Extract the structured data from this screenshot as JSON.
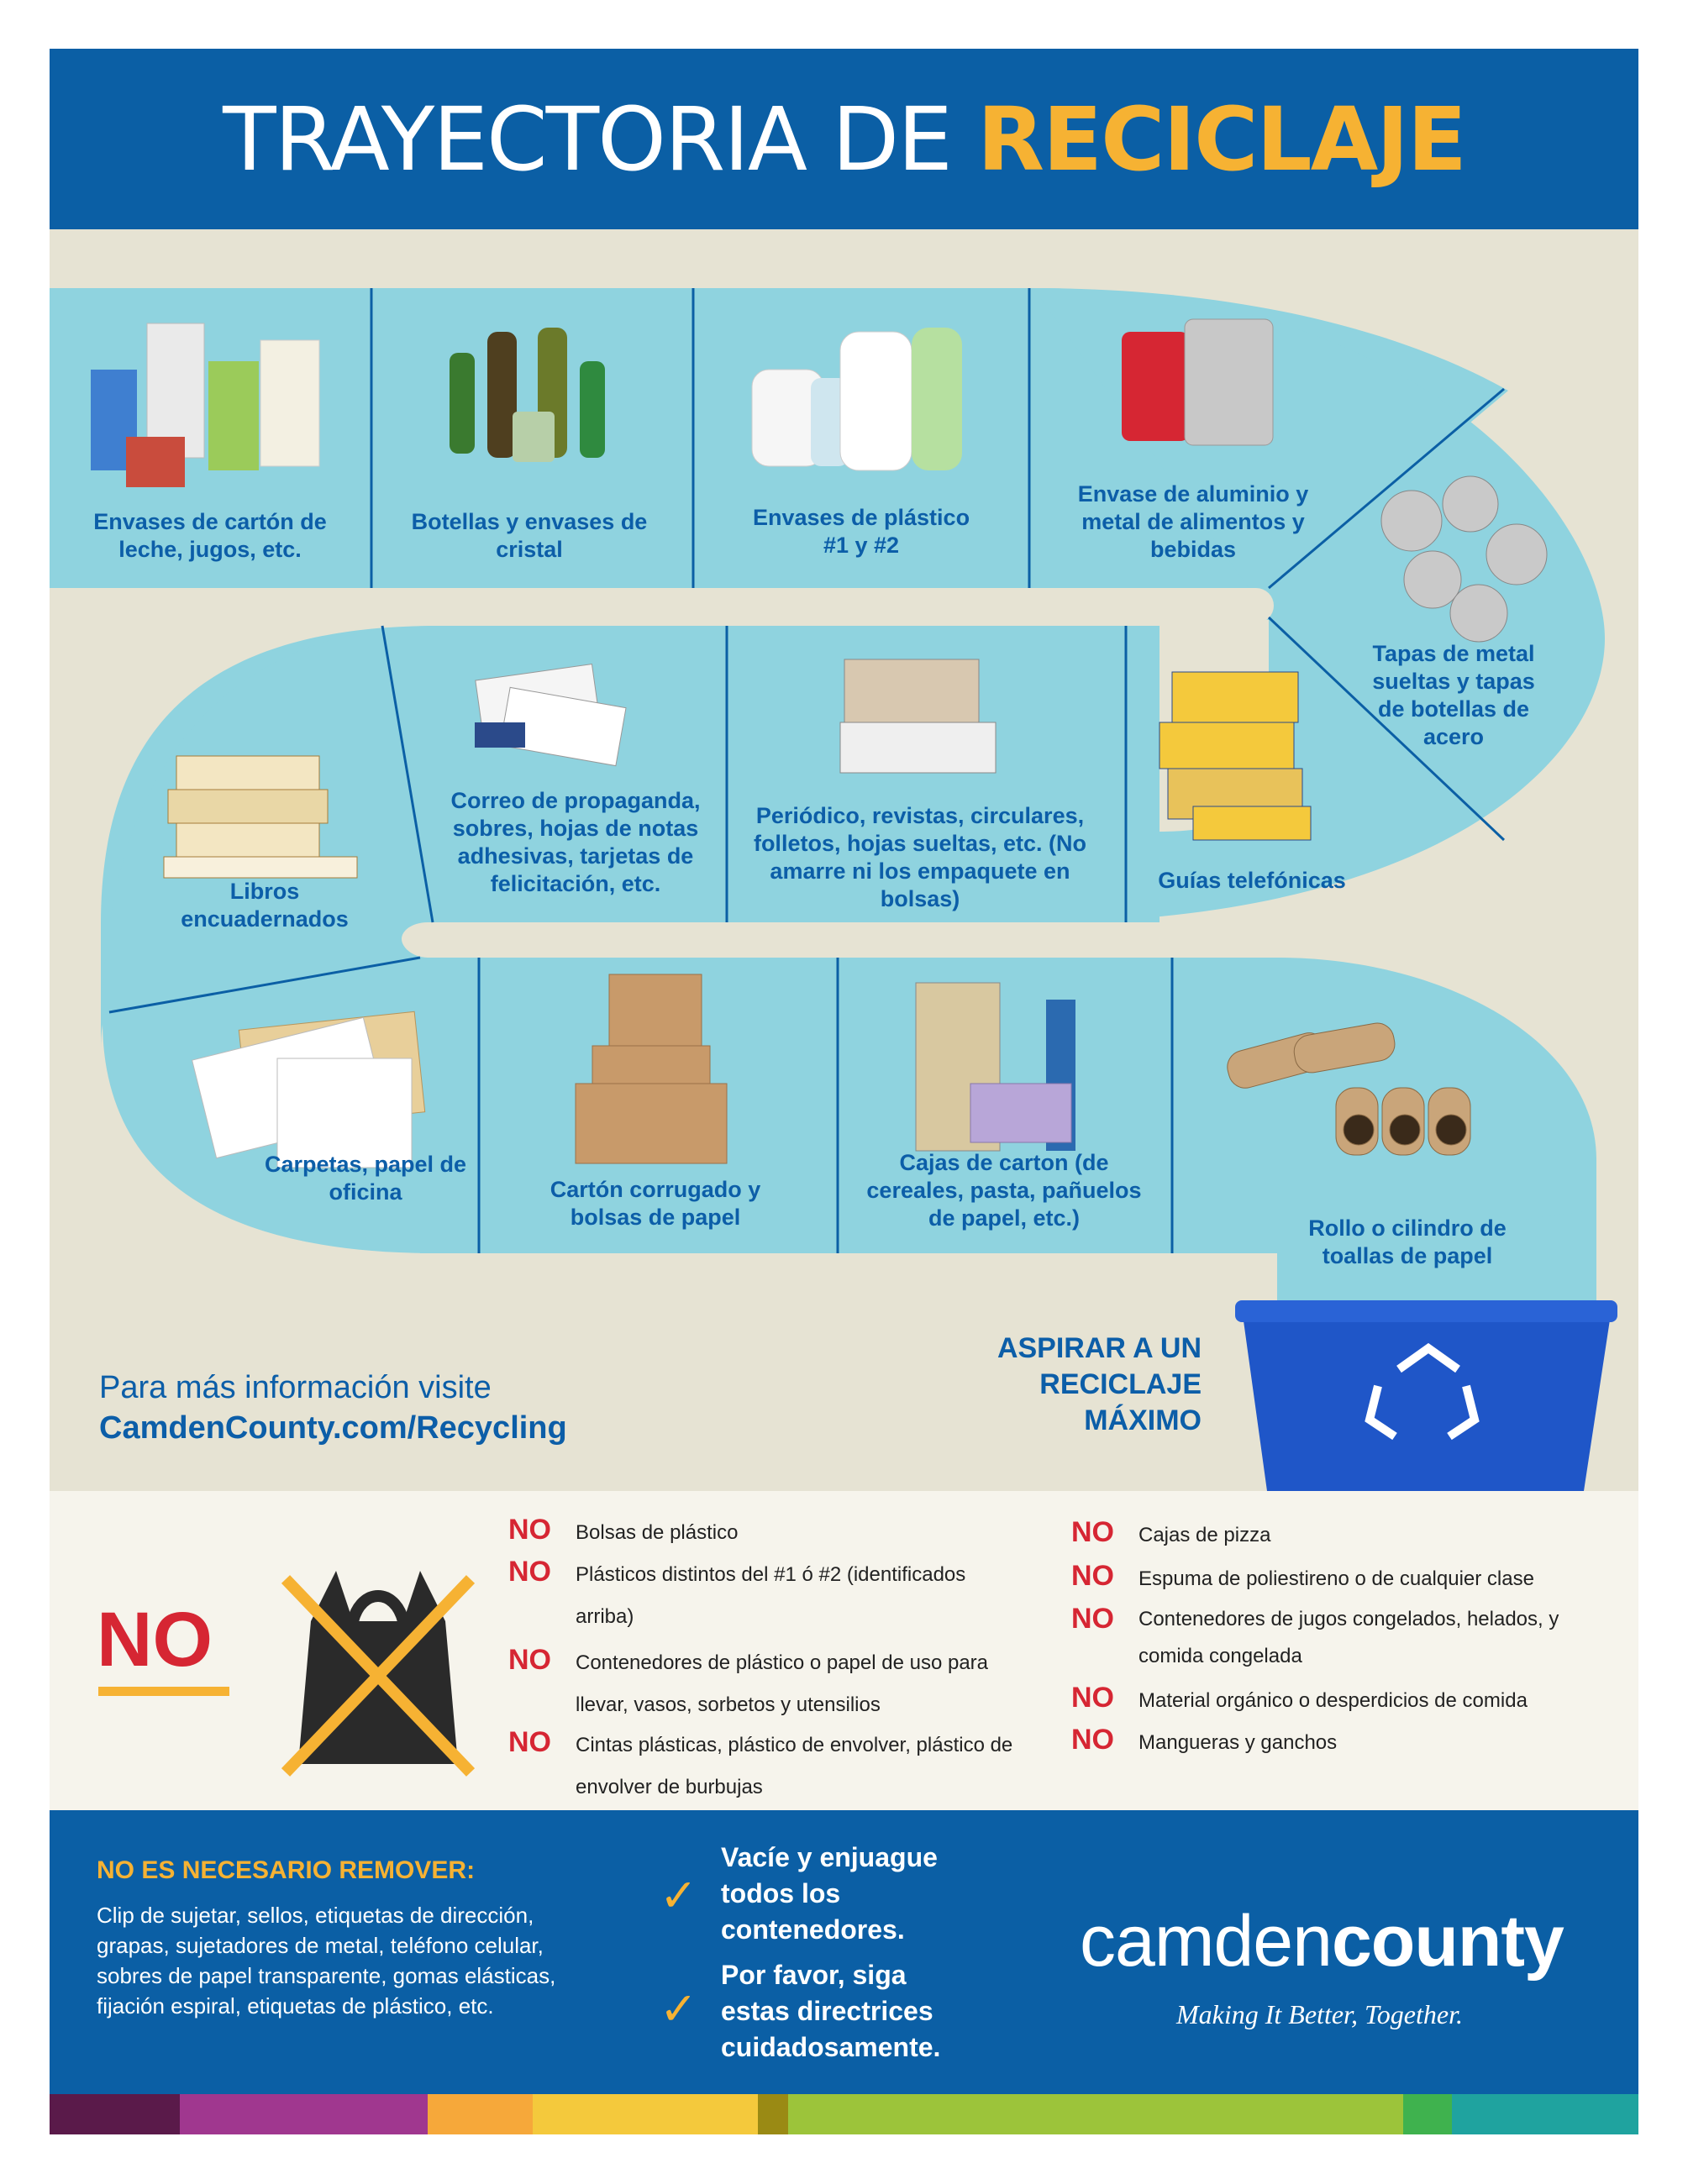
{
  "header": {
    "title_main": "TRAYECTORIA DE ",
    "title_accent": "RECICLAJE"
  },
  "path_items": [
    {
      "label": "Envases de cartón de leche, jugos, etc."
    },
    {
      "label": "Botellas y envases de cristal"
    },
    {
      "label": "Envases de plástico #1 y #2"
    },
    {
      "label": "Envase de aluminio y metal de alimentos y bebidas"
    },
    {
      "label": "Tapas de metal sueltas y tapas de botellas de acero"
    },
    {
      "label": "Guías telefónicas"
    },
    {
      "label": "Periódico, revistas, circulares, folletos, hojas sueltas, etc. (No amarre ni los empaquete en bolsas)"
    },
    {
      "label": "Correo de propaganda, sobres, hojas de notas adhesivas, tarjetas de felicitación, etc."
    },
    {
      "label": "Libros encuadernados"
    },
    {
      "label": "Carpetas, papel de oficina"
    },
    {
      "label": "Cartón corrugado y bolsas de papel"
    },
    {
      "label": "Cajas de carton (de cereales, pasta, pañuelos de papel, etc.)"
    },
    {
      "label": "Rollo o cilindro de toallas de papel"
    }
  ],
  "info": {
    "line1": "Para más información visite",
    "url": "CamdenCounty.com/Recycling"
  },
  "aspire": {
    "text": "ASPIRAR A UN RECICLAJE MÁXIMO"
  },
  "no_section": {
    "heading": "NO",
    "tag": "NO",
    "left": [
      "Bolsas de plástico",
      "Plásticos distintos del #1 ó #2 (identificados arriba)",
      "Contenedores de plástico o papel de uso para llevar, vasos, sorbetos y utensilios",
      "Cintas plásticas, plástico de envolver, plástico de envolver de burbujas"
    ],
    "right": [
      "Cajas de pizza",
      "Espuma de poliestireno o de cualquier clase",
      "Contenedores de jugos congelados, helados, y comida congelada",
      "Material orgánico o desperdicios de comida",
      "Mangueras y ganchos"
    ]
  },
  "bottom": {
    "remover_heading": "NO ES NECESARIO REMOVER:",
    "remover_text": "Clip de sujetar, sellos, etiquetas de dirección, grapas, sujetadores de metal, teléfono celular, sobres de papel transparente, gomas elásticas, fijación espiral, etiquetas de plástico, etc.",
    "tip1": "Vacíe y enjuague todos los contenedores.",
    "tip2": "Por favor, siga estas directrices cuidadosamente."
  },
  "logo": {
    "light": "camden",
    "bold": "county",
    "tagline": "Making It Better, Together."
  },
  "colors": {
    "blue": "#0b5fa5",
    "teal": "#8fd3df",
    "orange": "#f6b233",
    "red": "#d62633"
  },
  "strip_colors": [
    "#5a1a4a",
    "#a0378f",
    "#f6a83a",
    "#f4c93c",
    "#9a8a14",
    "#9cc43a",
    "#3fb24e",
    "#1fa39f"
  ]
}
